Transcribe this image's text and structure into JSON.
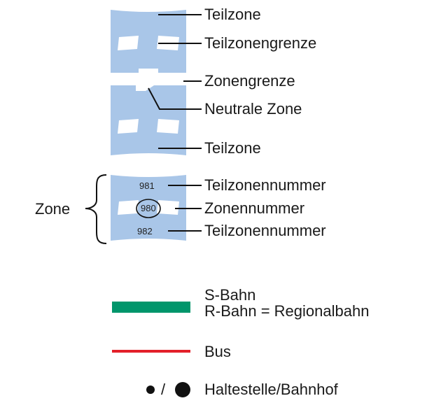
{
  "labels": {
    "teilzone_top": "Teilzone",
    "teilzonengrenze": "Teilzonengrenze",
    "zonengrenze": "Zonengrenze",
    "neutrale_zone": "Neutrale Zone",
    "teilzone_bottom": "Teilzone",
    "teilzonennummer_top": "Teilzonennummer",
    "zonennummer": "Zonennummer",
    "teilzonennummer_bottom": "Teilzonennummer",
    "zone": "Zone"
  },
  "numbers": {
    "sub_top": "981",
    "zone": "980",
    "sub_bottom": "982"
  },
  "legend": {
    "sbahn_line1": "S-Bahn",
    "sbahn_line2": "R-Bahn = Regionalbahn",
    "bus": "Bus",
    "stop_separator": "/",
    "stop": "Haltestelle/Bahnhof"
  },
  "colors": {
    "zone_fill": "#a9c6e8",
    "sbahn": "#00966b",
    "bus": "#e3202a"
  }
}
